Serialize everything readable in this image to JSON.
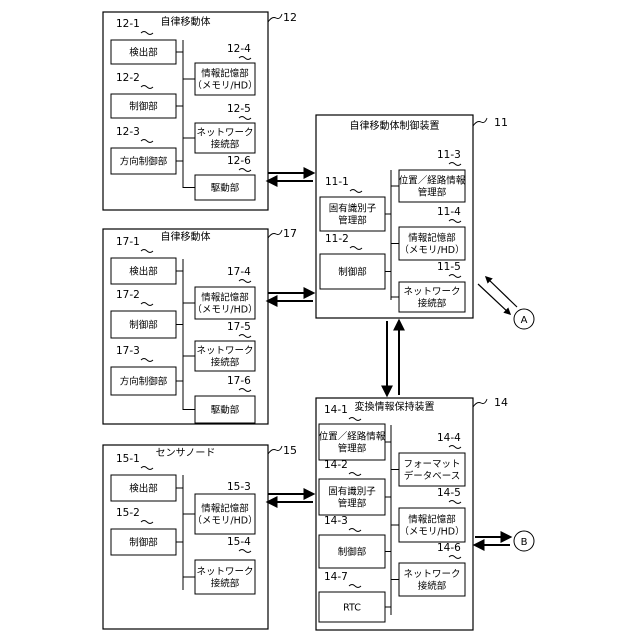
{
  "blocks": {
    "mob12": {
      "ref": "12",
      "title": "自律移動体",
      "left": [
        {
          "id": "12-1",
          "label": [
            "検出部"
          ]
        },
        {
          "id": "12-2",
          "label": [
            "制御部"
          ]
        },
        {
          "id": "12-3",
          "label": [
            "方向制御部"
          ]
        }
      ],
      "right": [
        {
          "id": "12-4",
          "label": [
            "情報記憶部",
            "（メモリ/HD）"
          ]
        },
        {
          "id": "12-5",
          "label": [
            "ネットワーク",
            "接続部"
          ]
        },
        {
          "id": "12-6",
          "label": [
            "駆動部"
          ]
        }
      ]
    },
    "ctrl11": {
      "ref": "11",
      "title": "自律移動体制御装置",
      "left": [
        {
          "id": "11-1",
          "label": [
            "固有識別子",
            "管理部"
          ]
        },
        {
          "id": "11-2",
          "label": [
            "制御部"
          ]
        }
      ],
      "right": [
        {
          "id": "11-3",
          "label": [
            "位置／経路情報",
            "管理部"
          ]
        },
        {
          "id": "11-4",
          "label": [
            "情報記憶部",
            "（メモリ/HD）"
          ]
        },
        {
          "id": "11-5",
          "label": [
            "ネットワーク",
            "接続部"
          ]
        }
      ]
    },
    "mob17": {
      "ref": "17",
      "title": "自律移動体",
      "left": [
        {
          "id": "17-1",
          "label": [
            "検出部"
          ]
        },
        {
          "id": "17-2",
          "label": [
            "制御部"
          ]
        },
        {
          "id": "17-3",
          "label": [
            "方向制御部"
          ]
        }
      ],
      "right": [
        {
          "id": "17-4",
          "label": [
            "情報記憶部",
            "（メモリ/HD）"
          ]
        },
        {
          "id": "17-5",
          "label": [
            "ネットワーク",
            "接続部"
          ]
        },
        {
          "id": "17-6",
          "label": [
            "駆動部"
          ]
        }
      ]
    },
    "conv14": {
      "ref": "14",
      "title": "変換情報保持装置",
      "left": [
        {
          "id": "14-1",
          "label": [
            "位置／経路情報",
            "管理部"
          ]
        },
        {
          "id": "14-2",
          "label": [
            "固有識別子",
            "管理部"
          ]
        },
        {
          "id": "14-3",
          "label": [
            "制御部"
          ]
        },
        {
          "id": "14-7",
          "label": [
            "RTC"
          ]
        }
      ],
      "right": [
        {
          "id": "14-4",
          "label": [
            "フォーマット",
            "データベース"
          ]
        },
        {
          "id": "14-5",
          "label": [
            "情報記憶部",
            "（メモリ/HD）"
          ]
        },
        {
          "id": "14-6",
          "label": [
            "ネットワーク",
            "接続部"
          ]
        }
      ]
    },
    "sensor15": {
      "ref": "15",
      "title": "センサノード",
      "left": [
        {
          "id": "15-1",
          "label": [
            "検出部"
          ]
        },
        {
          "id": "15-2",
          "label": [
            "制御部"
          ]
        }
      ],
      "right": [
        {
          "id": "15-3",
          "label": [
            "情報記憶部",
            "（メモリ/HD）"
          ]
        },
        {
          "id": "15-4",
          "label": [
            "ネットワーク",
            "接続部"
          ]
        }
      ]
    }
  },
  "external": {
    "a": "A",
    "b": "B"
  }
}
